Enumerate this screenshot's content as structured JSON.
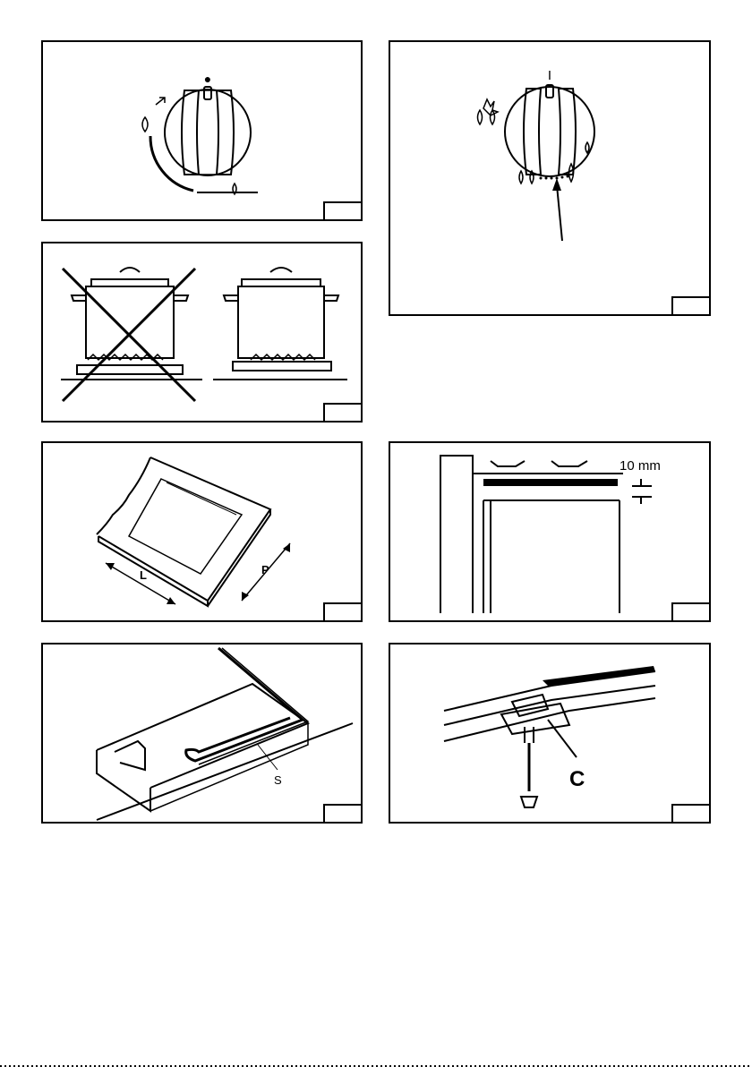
{
  "figures": {
    "knob_small": {
      "symbol": "●"
    },
    "pots": {},
    "cutout": {
      "length_label": "L",
      "depth_label": "P"
    },
    "seal": {
      "seal_label": "S"
    },
    "knob_large": {
      "symbol": "I"
    },
    "clearance": {
      "distance_label": "10 mm"
    },
    "bracket": {
      "clip_label": "C"
    }
  }
}
